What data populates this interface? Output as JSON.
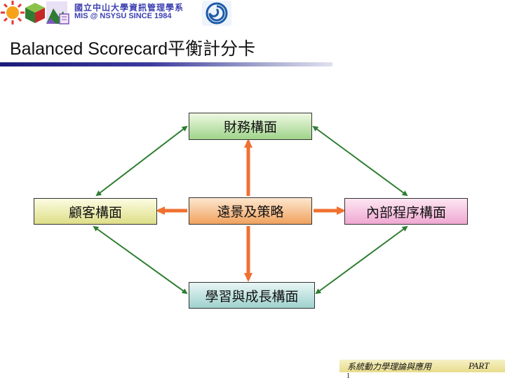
{
  "header": {
    "logo_line1": "國立中山大學資訊管理學系",
    "logo_line2": "MIS @ NSYSU SINCE 1984"
  },
  "title": "Balanced Scorecard平衡計分卡",
  "nodes": {
    "finance": "財務構面",
    "customer": "顧客構面",
    "vision": "遠景及策略",
    "internal": "內部程序構面",
    "learning": "學習與成長構面"
  },
  "colors": {
    "outer_arrow": "#2e7d32",
    "inner_arrow": "#f07030"
  },
  "footer": {
    "text": "系統動力學理論與應用",
    "part": "PART",
    "page": "1"
  }
}
